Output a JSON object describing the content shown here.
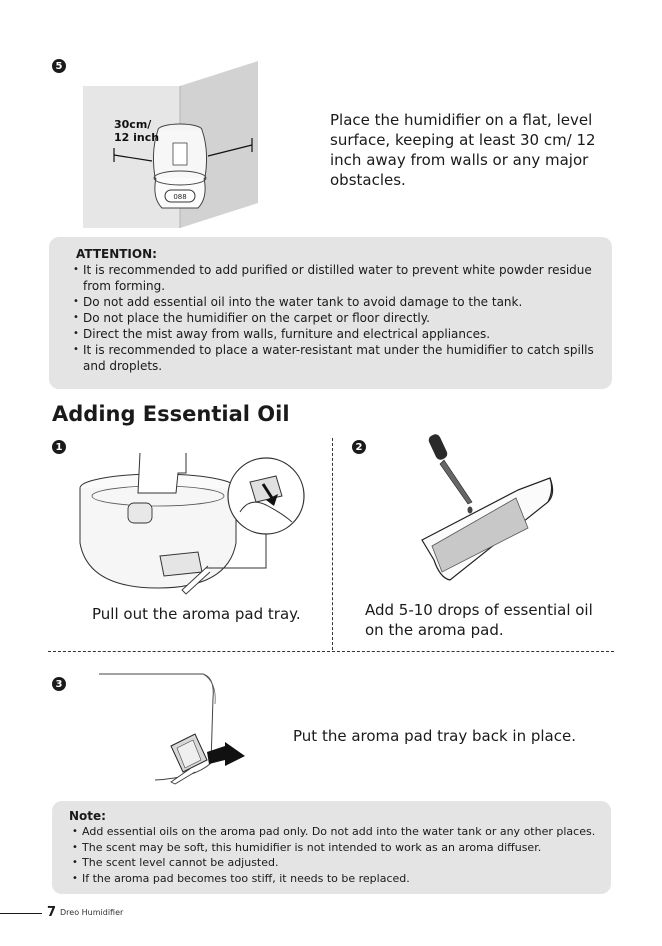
{
  "step5": {
    "number": "5",
    "distance_label_line1": "30cm/",
    "distance_label_line2": "12 inch",
    "display_readout": "088",
    "caption": "Place the humidifier on a flat, level surface, keeping at least 30 cm/ 12 inch away from walls or any major obstacles."
  },
  "attention": {
    "title": "ATTENTION:",
    "items": [
      "It is recommended to add purified or distilled water to prevent white powder residue from forming.",
      "Do not add essential oil into the water tank to avoid damage to the tank.",
      "Do not place the humidifier on the carpet or floor directly.",
      "Direct the mist away from walls, furniture and electrical appliances.",
      "It is recommended to place a water-resistant mat under the humidifier to catch spills and droplets."
    ]
  },
  "section": {
    "title": "Adding Essential Oil"
  },
  "oil_steps": [
    {
      "number": "1",
      "caption": "Pull out the aroma pad tray."
    },
    {
      "number": "2",
      "caption": "Add 5-10 drops of essential oil on the aroma pad."
    },
    {
      "number": "3",
      "caption": "Put the aroma pad tray back in place."
    }
  ],
  "note": {
    "title": "Note:",
    "items": [
      "Add essential oils on the aroma pad only. Do not add into the water tank or any other places.",
      "The scent may be soft, this humidifier is not intended to work as an aroma diffuser.",
      "The scent level cannot be adjusted.",
      "If the aroma pad becomes too stiff, it needs to be replaced."
    ]
  },
  "footer": {
    "page_number": "7",
    "brand_text": "Dreo Humidifier"
  }
}
